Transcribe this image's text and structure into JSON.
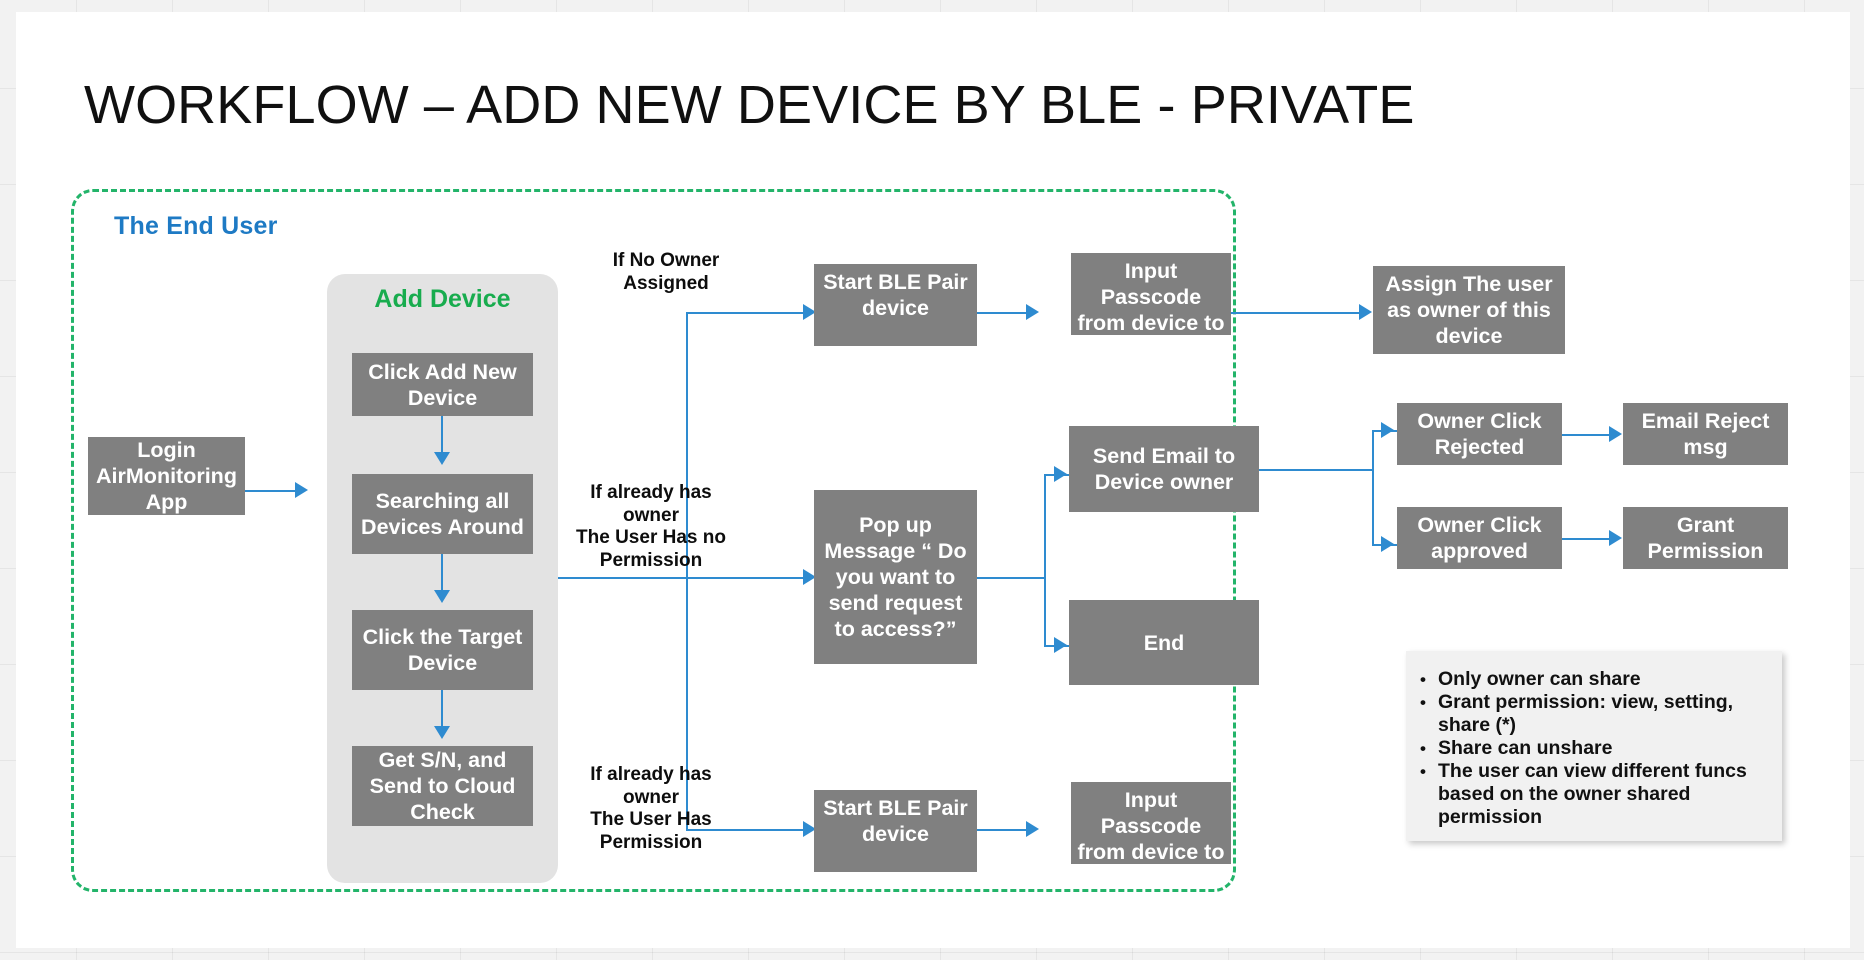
{
  "slide": {
    "title": "WORKFLOW – ADD NEW DEVICE BY BLE - PRIVATE"
  },
  "lane": {
    "label": "The End User",
    "border_color": "#23b46a",
    "label_color": "#1e7ac4"
  },
  "add_device_group": {
    "label": "Add Device",
    "label_color": "#18ac4e",
    "background": "#e3e3e3"
  },
  "colors": {
    "box_fill": "#808080",
    "box_text": "#ffffff",
    "connector": "#2e8bd0",
    "slide_background": "#ffffff",
    "notes_background": "#f1f1f1"
  },
  "boxes": {
    "login": "Login AirMonitoring App",
    "click_add_new_device": "Click Add New Device",
    "searching_devices": "Searching all Devices Around",
    "click_target_device": "Click the Target Device",
    "get_sn": "Get S/N, and Send to Cloud Check",
    "start_ble_pair_top": "Start BLE Pair device",
    "input_passcode_top": "Input Passcode from device to pair",
    "assign_owner": "Assign The user as owner of this device",
    "popup_message": "Pop up Message “ Do you want to send request to access?”",
    "send_email": "Send Email to Device owner",
    "end": "End",
    "owner_click_rejected": "Owner Click Rejected",
    "email_reject_msg": "Email Reject msg",
    "owner_click_approved": "Owner Click approved",
    "grant_permission": "Grant Permission",
    "start_ble_pair_bottom": "Start BLE Pair device",
    "input_passcode_bottom": "Input Passcode from device to pair"
  },
  "conditions": {
    "no_owner": "If  No Owner\nAssigned",
    "has_owner_no_permission": "If already has\nowner\nThe User Has no\nPermission",
    "has_owner_with_permission": "If already has\nowner\nThe User Has\nPermission"
  },
  "notes": {
    "items": [
      "Only owner can share",
      "Grant permission: view, setting, share (*)",
      "Share can unshare",
      "The user can view different funcs based on the owner shared permission"
    ]
  }
}
